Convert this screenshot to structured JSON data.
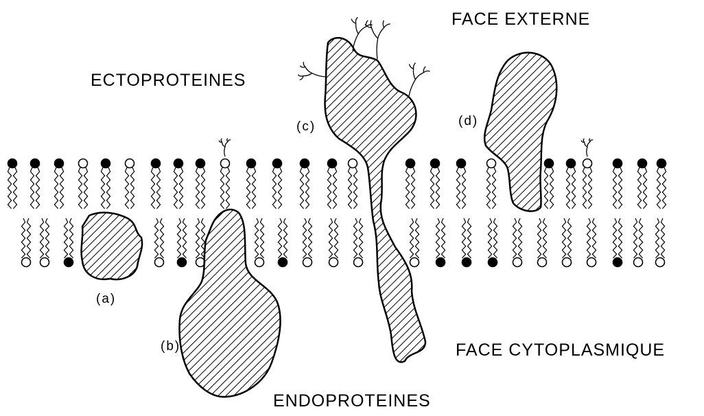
{
  "labels": {
    "face_externe": "FACE EXTERNE",
    "ectoproteines": "ECTOPROTEINES",
    "face_cytoplasmique": "FACE CYTOPLASMIQUE",
    "endoproteines": "ENDOPROTEINES"
  },
  "proteins": {
    "a": "(a)",
    "b": "(b)",
    "c": "(c)",
    "d": "(d)"
  },
  "colors": {
    "ink": "#000000",
    "background": "#ffffff"
  }
}
